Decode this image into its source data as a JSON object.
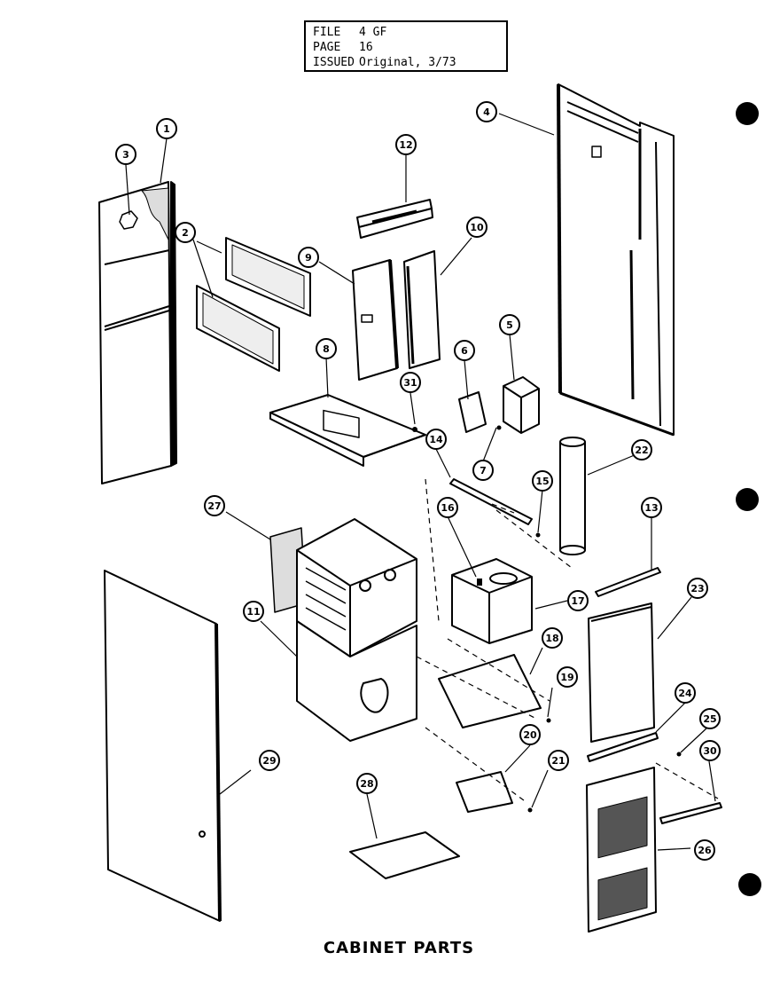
{
  "header": {
    "file_label": "FILE",
    "file_value": "4 GF",
    "page_label": "PAGE",
    "page_value": "16",
    "issued_label": "ISSUED",
    "issued_value": "Original, 3/73"
  },
  "caption": "CABINET PARTS",
  "callouts": [
    "1",
    "2",
    "3",
    "4",
    "5",
    "6",
    "7",
    "8",
    "9",
    "10",
    "11",
    "12",
    "13",
    "14",
    "15",
    "16",
    "17",
    "18",
    "19",
    "20",
    "21",
    "22",
    "23",
    "24",
    "25",
    "26",
    "27",
    "28",
    "29",
    "30",
    "31"
  ],
  "colors": {
    "ink": "#000000",
    "paper": "#ffffff"
  }
}
